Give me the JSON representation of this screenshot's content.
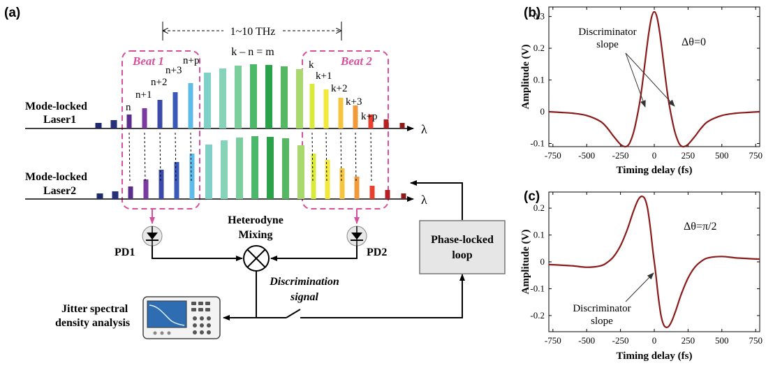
{
  "panel_a": {
    "label": "(a)",
    "bandwidth": "1~10 THz",
    "mode_relation": "k – n = m",
    "beat1": "Beat 1",
    "beat2": "Beat 2",
    "laser1": [
      "Mode-locked",
      "Laser1"
    ],
    "laser2": [
      "Mode-locked",
      "Laser2"
    ],
    "lambda": "λ",
    "beat1_modes": [
      "n",
      "n+1",
      "n+2",
      "n+3",
      "n+p"
    ],
    "beat2_modes": [
      "k",
      "k+1",
      "k+2",
      "k+3",
      "k+p"
    ],
    "pd1": "PD1",
    "pd2": "PD2",
    "mixing": [
      "Heterodyne",
      "Mixing"
    ],
    "discrimination": [
      "Discrimination",
      "signal"
    ],
    "pll": [
      "Phase-locked",
      "loop"
    ],
    "jitter": [
      "Jitter spectral",
      "density analysis"
    ],
    "colors": {
      "beat_box": "#d6509e",
      "comb": [
        "#1f2a6b",
        "#2a2f7a",
        "#5a2c8c",
        "#7a3aa0",
        "#3b4aa8",
        "#3a58b8",
        "#3f8fd6",
        "#5dbbe8",
        "#7fd1c8",
        "#86d3b8",
        "#7ccf9d",
        "#4cb86a",
        "#2aa24a",
        "#56b862",
        "#8fcf78",
        "#a9d86f",
        "#d9ea3a",
        "#f2e93c",
        "#f6c43f",
        "#f09a3a",
        "#e8402e",
        "#c8202a",
        "#b52025",
        "#8f1a1a"
      ]
    }
  },
  "panel_b": {
    "label": "(b)",
    "delta": "Δθ=0",
    "annotation": [
      "Discriminator",
      "slope"
    ]
  },
  "panel_c": {
    "label": "(c)",
    "delta": "Δθ=π/2",
    "annotation": [
      "Discriminator",
      "slope"
    ]
  },
  "chart_data": [
    {
      "type": "line",
      "panel": "(b)",
      "xlabel": "Timing delay (fs)",
      "ylabel": "Amplitude (V)",
      "xlim": [
        -780,
        780
      ],
      "ylim": [
        -0.11,
        0.33
      ],
      "xticks": [
        -750,
        -500,
        -250,
        0,
        250,
        500,
        750
      ],
      "yticks": [
        -0.1,
        0,
        0.1,
        0.2,
        0.3
      ],
      "series": [
        {
          "color": "#8b1a1a",
          "x": [
            -780,
            -700,
            -600,
            -500,
            -400,
            -350,
            -300,
            -250,
            -220,
            -200,
            -180,
            -150,
            -120,
            -100,
            -80,
            -60,
            -40,
            -20,
            0,
            20,
            40,
            60,
            80,
            100,
            120,
            150,
            180,
            200,
            220,
            250,
            300,
            350,
            400,
            500,
            600,
            700,
            780
          ],
          "y": [
            0,
            -0.002,
            -0.005,
            -0.012,
            -0.03,
            -0.05,
            -0.078,
            -0.103,
            -0.11,
            -0.108,
            -0.097,
            -0.06,
            0,
            0.05,
            0.115,
            0.185,
            0.25,
            0.298,
            0.315,
            0.298,
            0.25,
            0.185,
            0.115,
            0.05,
            0,
            -0.06,
            -0.097,
            -0.108,
            -0.11,
            -0.103,
            -0.078,
            -0.05,
            -0.03,
            -0.012,
            -0.005,
            -0.002,
            0
          ]
        }
      ]
    },
    {
      "type": "line",
      "panel": "(c)",
      "xlabel": "Timing delay (fs)",
      "ylabel": "Amplitude (V)",
      "xlim": [
        -780,
        780
      ],
      "ylim": [
        -0.26,
        0.26
      ],
      "xticks": [
        -750,
        -500,
        -250,
        0,
        250,
        500,
        750
      ],
      "yticks": [
        -0.2,
        -0.1,
        0,
        0.1,
        0.2
      ],
      "series": [
        {
          "color": "#8b1a1a",
          "x": [
            -780,
            -700,
            -600,
            -500,
            -400,
            -350,
            -300,
            -250,
            -200,
            -160,
            -130,
            -110,
            -90,
            -70,
            -50,
            -30,
            -10,
            0,
            10,
            30,
            50,
            70,
            90,
            110,
            130,
            160,
            200,
            250,
            300,
            350,
            400,
            500,
            600,
            700,
            780
          ],
          "y": [
            -0.01,
            -0.012,
            -0.015,
            -0.02,
            -0.015,
            -0.003,
            0.02,
            0.06,
            0.12,
            0.18,
            0.22,
            0.238,
            0.244,
            0.235,
            0.2,
            0.13,
            0.04,
            0,
            -0.04,
            -0.13,
            -0.2,
            -0.235,
            -0.244,
            -0.238,
            -0.22,
            -0.18,
            -0.12,
            -0.06,
            -0.02,
            0.003,
            0.015,
            0.02,
            0.015,
            0.012,
            0.01
          ]
        }
      ]
    }
  ]
}
